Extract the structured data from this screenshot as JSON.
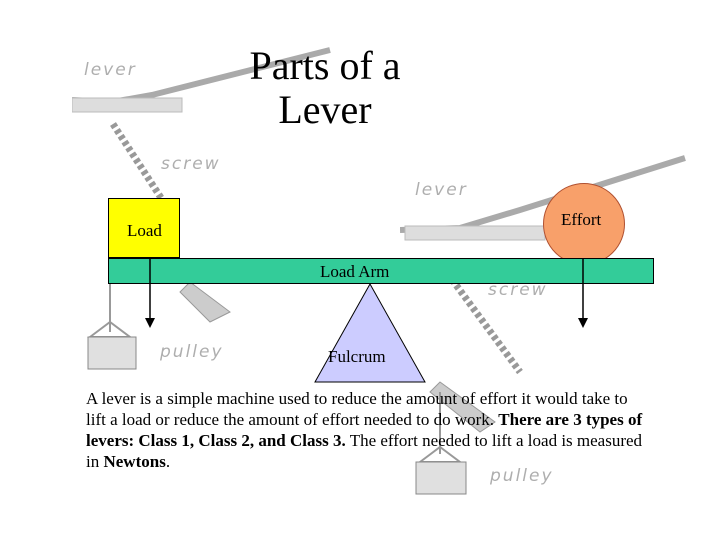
{
  "title": "Parts of a Lever",
  "labels": {
    "load": "Load",
    "effort": "Effort",
    "load_arm": "Load Arm",
    "fulcrum": "Fulcrum"
  },
  "description": {
    "part1": "A lever is a simple machine used to reduce the amount of effort it would take to lift a load or reduce the amount of effort needed to do work.",
    "part2_bold": "There are 3 types of levers:  Class 1, Class 2,  and Class 3.",
    "part3": " The effort needed to lift a load is measured in ",
    "part4_bold": "Newtons",
    "part5": "."
  },
  "clipart_words": {
    "lever_1": "lever",
    "screw_1": "screw",
    "lever_2": "lever",
    "screw_2": "screw",
    "pulley_1": "pulley",
    "pulley_2": "pulley"
  },
  "colors": {
    "load_fill": "#ffff00",
    "effort_fill": "#f8a06a",
    "beam_fill": "#33cc99",
    "fulcrum_fill": "#ccccff"
  }
}
